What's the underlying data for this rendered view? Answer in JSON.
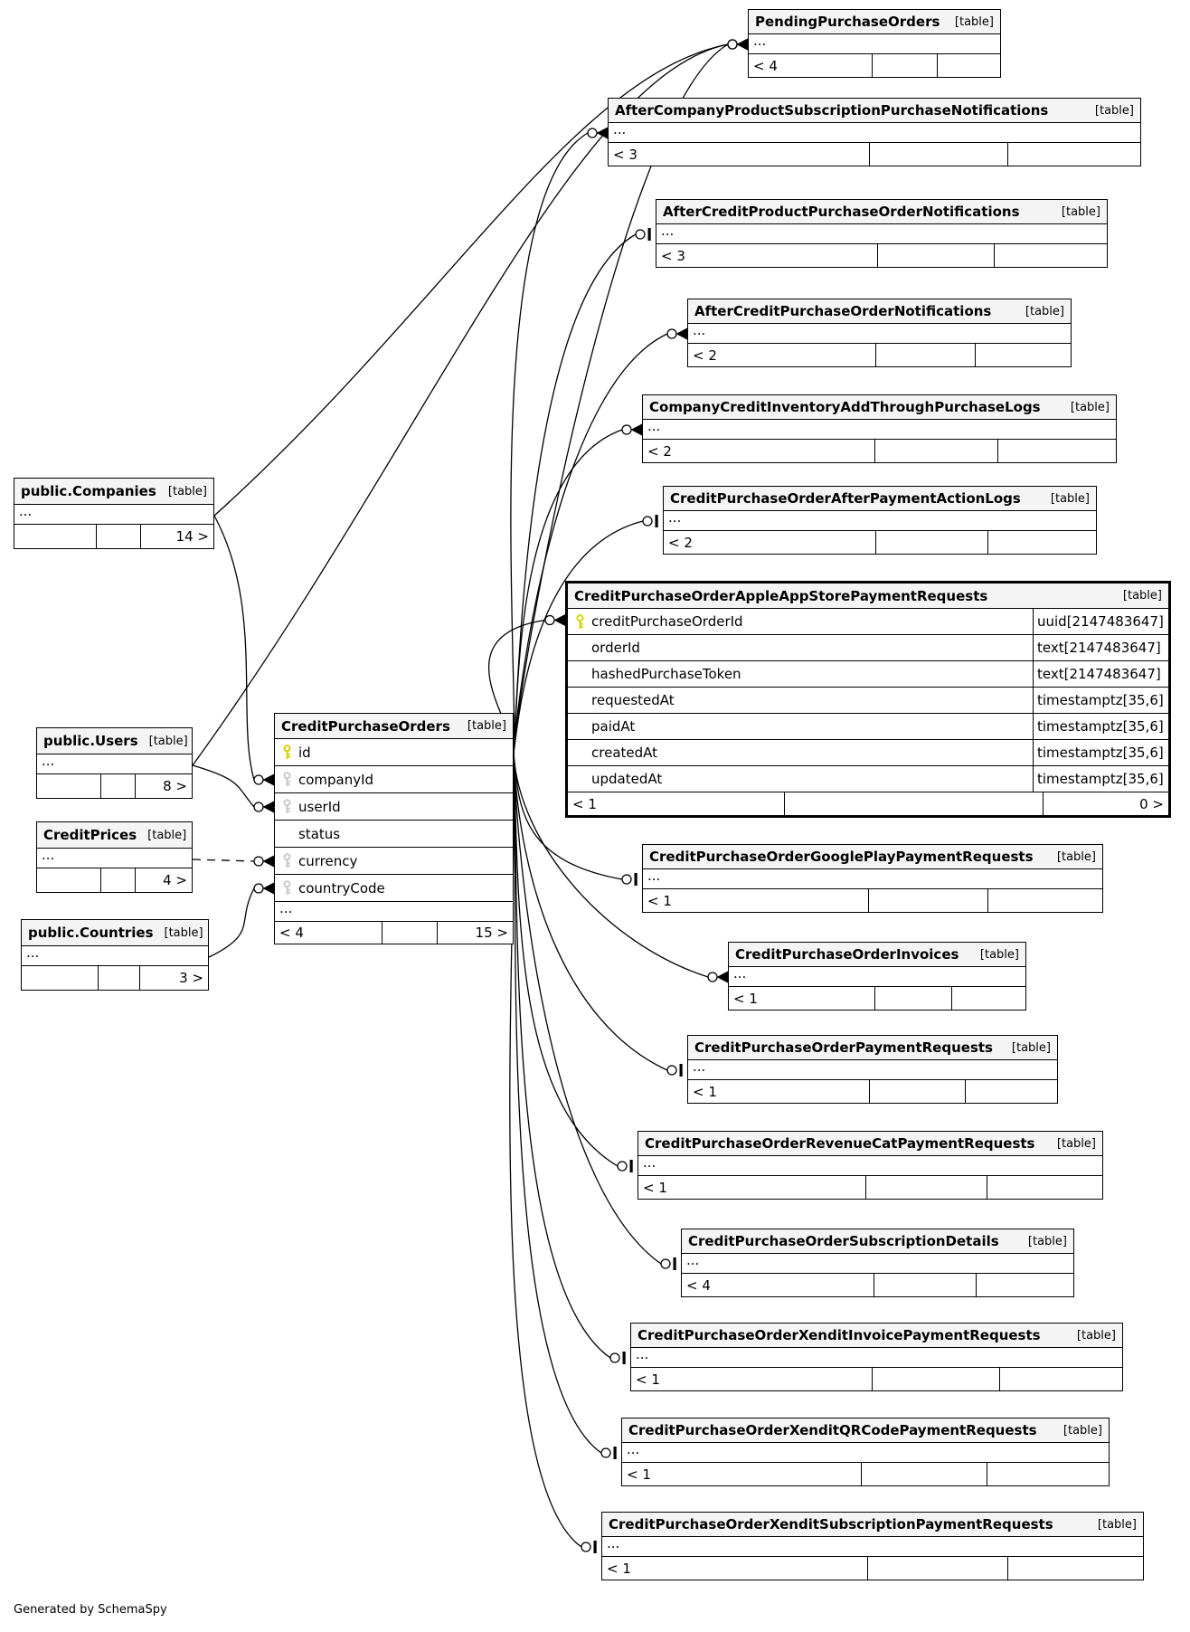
{
  "diagram": {
    "generator_note": "Generated by SchemaSpy",
    "accent_colors": {
      "header_bg": "#f4f4f4",
      "primary_key": "#d4d400",
      "foreign_key": "#c9c9c9",
      "line": "#000000"
    }
  },
  "tables": [
    {
      "name": "PendingPurchaseOrders",
      "tag": "[table]",
      "collapsed_label": "...",
      "footer": {
        "left": "< 4",
        "mid": "",
        "right": ""
      }
    },
    {
      "name": "AfterCompanyProductSubscriptionPurchaseNotifications",
      "tag": "[table]",
      "collapsed_label": "...",
      "footer": {
        "left": "< 3",
        "mid": "",
        "right": ""
      }
    },
    {
      "name": "AfterCreditProductPurchaseOrderNotifications",
      "tag": "[table]",
      "collapsed_label": "...",
      "footer": {
        "left": "< 3",
        "mid": "",
        "right": ""
      }
    },
    {
      "name": "AfterCreditPurchaseOrderNotifications",
      "tag": "[table]",
      "collapsed_label": "...",
      "footer": {
        "left": "< 2",
        "mid": "",
        "right": ""
      }
    },
    {
      "name": "CompanyCreditInventoryAddThroughPurchaseLogs",
      "tag": "[table]",
      "collapsed_label": "...",
      "footer": {
        "left": "< 2",
        "mid": "",
        "right": ""
      }
    },
    {
      "name": "CreditPurchaseOrderAfterPaymentActionLogs",
      "tag": "[table]",
      "collapsed_label": "...",
      "footer": {
        "left": "< 2",
        "mid": "",
        "right": ""
      }
    },
    {
      "name": "CreditPurchaseOrderAppleAppStorePaymentRequests",
      "tag": "[table]",
      "emphasized": true,
      "columns": [
        {
          "name": "creditPurchaseOrderId",
          "key": "pk",
          "type": "uuid[2147483647]"
        },
        {
          "name": "orderId",
          "key": null,
          "type": "text[2147483647]"
        },
        {
          "name": "hashedPurchaseToken",
          "key": null,
          "type": "text[2147483647]"
        },
        {
          "name": "requestedAt",
          "key": null,
          "type": "timestamptz[35,6]"
        },
        {
          "name": "paidAt",
          "key": null,
          "type": "timestamptz[35,6]"
        },
        {
          "name": "createdAt",
          "key": null,
          "type": "timestamptz[35,6]"
        },
        {
          "name": "updatedAt",
          "key": null,
          "type": "timestamptz[35,6]"
        }
      ],
      "footer": {
        "left": "< 1",
        "mid": "",
        "right": "0 >"
      }
    },
    {
      "name": "public.Companies",
      "tag": "[table]",
      "collapsed_label": "...",
      "footer": {
        "left": "",
        "mid": "",
        "right": "14 >"
      }
    },
    {
      "name": "public.Users",
      "tag": "[table]",
      "collapsed_label": "...",
      "footer": {
        "left": "",
        "mid": "",
        "right": "8 >"
      }
    },
    {
      "name": "CreditPrices",
      "tag": "[table]",
      "collapsed_label": "...",
      "footer": {
        "left": "",
        "mid": "",
        "right": "4 >"
      }
    },
    {
      "name": "public.Countries",
      "tag": "[table]",
      "collapsed_label": "...",
      "footer": {
        "left": "",
        "mid": "",
        "right": "3 >"
      }
    },
    {
      "name": "CreditPurchaseOrders",
      "tag": "[table]",
      "columns": [
        {
          "name": "id",
          "key": "pk",
          "type": null
        },
        {
          "name": "companyId",
          "key": "fk",
          "type": null
        },
        {
          "name": "userId",
          "key": "fk",
          "type": null
        },
        {
          "name": "status",
          "key": null,
          "type": null
        },
        {
          "name": "currency",
          "key": "fk",
          "type": null
        },
        {
          "name": "countryCode",
          "key": "fk",
          "type": null
        }
      ],
      "collapsed_label": "...",
      "footer": {
        "left": "< 4",
        "mid": "",
        "right": "15 >"
      }
    },
    {
      "name": "CreditPurchaseOrderGooglePlayPaymentRequests",
      "tag": "[table]",
      "collapsed_label": "...",
      "footer": {
        "left": "< 1",
        "mid": "",
        "right": ""
      }
    },
    {
      "name": "CreditPurchaseOrderInvoices",
      "tag": "[table]",
      "collapsed_label": "...",
      "footer": {
        "left": "< 1",
        "mid": "",
        "right": ""
      }
    },
    {
      "name": "CreditPurchaseOrderPaymentRequests",
      "tag": "[table]",
      "collapsed_label": "...",
      "footer": {
        "left": "< 1",
        "mid": "",
        "right": ""
      }
    },
    {
      "name": "CreditPurchaseOrderRevenueCatPaymentRequests",
      "tag": "[table]",
      "collapsed_label": "...",
      "footer": {
        "left": "< 1",
        "mid": "",
        "right": ""
      }
    },
    {
      "name": "CreditPurchaseOrderSubscriptionDetails",
      "tag": "[table]",
      "collapsed_label": "...",
      "footer": {
        "left": "< 4",
        "mid": "",
        "right": ""
      }
    },
    {
      "name": "CreditPurchaseOrderXenditInvoicePaymentRequests",
      "tag": "[table]",
      "collapsed_label": "...",
      "footer": {
        "left": "< 1",
        "mid": "",
        "right": ""
      }
    },
    {
      "name": "CreditPurchaseOrderXenditQRCodePaymentRequests",
      "tag": "[table]",
      "collapsed_label": "...",
      "footer": {
        "left": "< 1",
        "mid": "",
        "right": ""
      }
    },
    {
      "name": "CreditPurchaseOrderXenditSubscriptionPaymentRequests",
      "tag": "[table]",
      "collapsed_label": "...",
      "footer": {
        "left": "< 1",
        "mid": "",
        "right": ""
      }
    }
  ],
  "relationships": [
    {
      "from": "public.Companies",
      "to": "PendingPurchaseOrders",
      "marker": "crow",
      "style": "solid"
    },
    {
      "from": "public.Users",
      "to": "PendingPurchaseOrders",
      "marker": "crow",
      "style": "solid"
    },
    {
      "from": "CreditPurchaseOrders",
      "to": "PendingPurchaseOrders",
      "marker": "crow",
      "style": "solid"
    },
    {
      "from": "public.Companies",
      "to": "CreditPurchaseOrders.companyId",
      "marker": "crow",
      "style": "solid"
    },
    {
      "from": "public.Users",
      "to": "CreditPurchaseOrders.userId",
      "marker": "crow",
      "style": "solid"
    },
    {
      "from": "CreditPrices",
      "to": "CreditPurchaseOrders.currency",
      "marker": "crow",
      "style": "dashed"
    },
    {
      "from": "public.Countries",
      "to": "CreditPurchaseOrders.countryCode",
      "marker": "crow",
      "style": "solid"
    },
    {
      "from": "CreditPurchaseOrders",
      "to": "AfterCompanyProductSubscriptionPurchaseNotifications",
      "marker": "crow",
      "style": "solid"
    },
    {
      "from": "CreditPurchaseOrders",
      "to": "AfterCreditProductPurchaseOrderNotifications",
      "marker": "tee",
      "style": "solid"
    },
    {
      "from": "CreditPurchaseOrders",
      "to": "AfterCreditPurchaseOrderNotifications",
      "marker": "crow",
      "style": "solid"
    },
    {
      "from": "CreditPurchaseOrders",
      "to": "CompanyCreditInventoryAddThroughPurchaseLogs",
      "marker": "crow",
      "style": "solid"
    },
    {
      "from": "CreditPurchaseOrders",
      "to": "CreditPurchaseOrderAfterPaymentActionLogs",
      "marker": "tee",
      "style": "solid"
    },
    {
      "from": "CreditPurchaseOrders",
      "to": "CreditPurchaseOrderAppleAppStorePaymentRequests.creditPurchaseOrderId",
      "marker": "crow",
      "style": "solid"
    },
    {
      "from": "CreditPurchaseOrders",
      "to": "CreditPurchaseOrderGooglePlayPaymentRequests",
      "marker": "tee",
      "style": "solid"
    },
    {
      "from": "CreditPurchaseOrders",
      "to": "CreditPurchaseOrderInvoices",
      "marker": "crow",
      "style": "solid"
    },
    {
      "from": "CreditPurchaseOrders",
      "to": "CreditPurchaseOrderPaymentRequests",
      "marker": "tee",
      "style": "solid"
    },
    {
      "from": "CreditPurchaseOrders",
      "to": "CreditPurchaseOrderRevenueCatPaymentRequests",
      "marker": "tee",
      "style": "solid"
    },
    {
      "from": "CreditPurchaseOrders",
      "to": "CreditPurchaseOrderSubscriptionDetails",
      "marker": "tee",
      "style": "solid"
    },
    {
      "from": "CreditPurchaseOrders",
      "to": "CreditPurchaseOrderXenditInvoicePaymentRequests",
      "marker": "tee",
      "style": "solid"
    },
    {
      "from": "CreditPurchaseOrders",
      "to": "CreditPurchaseOrderXenditQRCodePaymentRequests",
      "marker": "tee",
      "style": "solid"
    },
    {
      "from": "CreditPurchaseOrders",
      "to": "CreditPurchaseOrderXenditSubscriptionPaymentRequests",
      "marker": "tee",
      "style": "solid"
    }
  ]
}
